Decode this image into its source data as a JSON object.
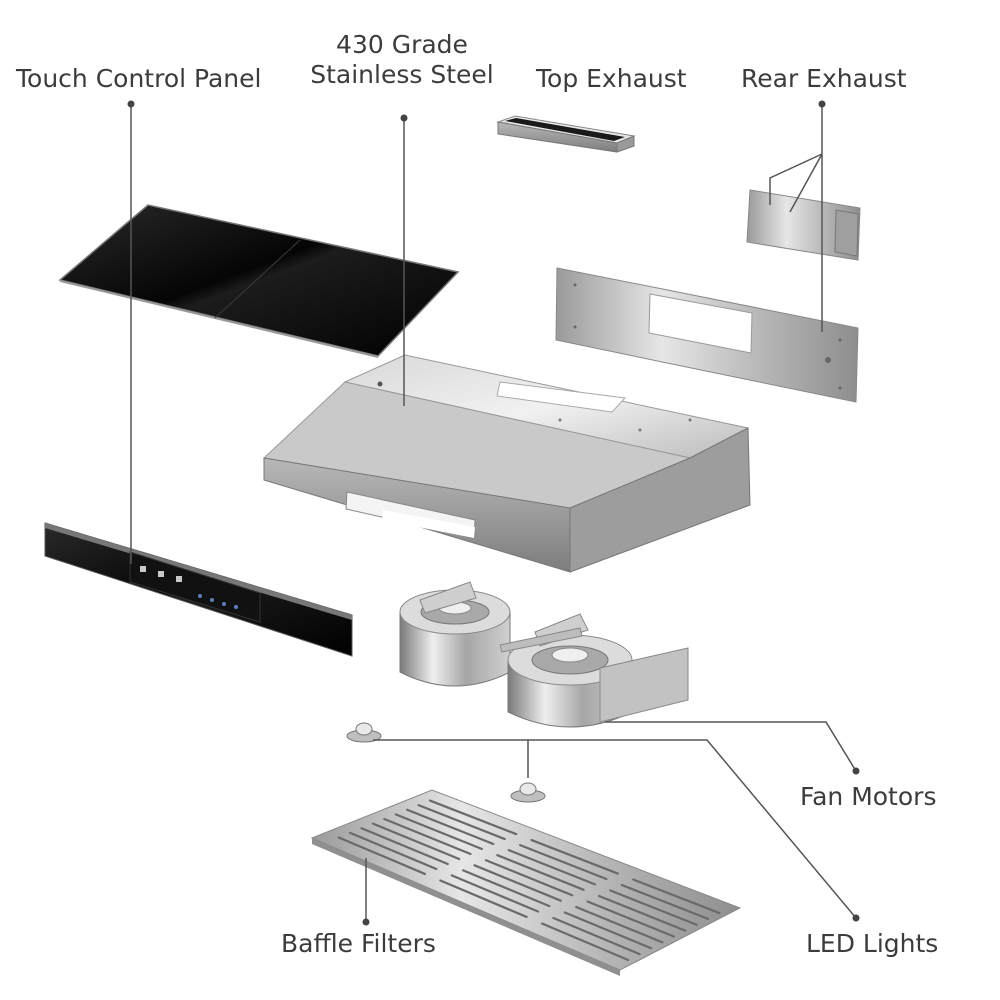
{
  "labels": {
    "touch_control_panel": "Touch Control Panel",
    "stainless_steel_line1": "430 Grade",
    "stainless_steel_line2": "Stainless Steel",
    "top_exhaust": "Top Exhaust",
    "rear_exhaust": "Rear Exhaust",
    "fan_motors": "Fan Motors",
    "baffle_filters": "Baffle Filters",
    "led_lights": "LED Lights"
  },
  "colors": {
    "label_text": "#3c3c3c",
    "leader_line": "#555555",
    "glass_black": "#0b0b0b",
    "stainless": "#c4c4c4"
  }
}
